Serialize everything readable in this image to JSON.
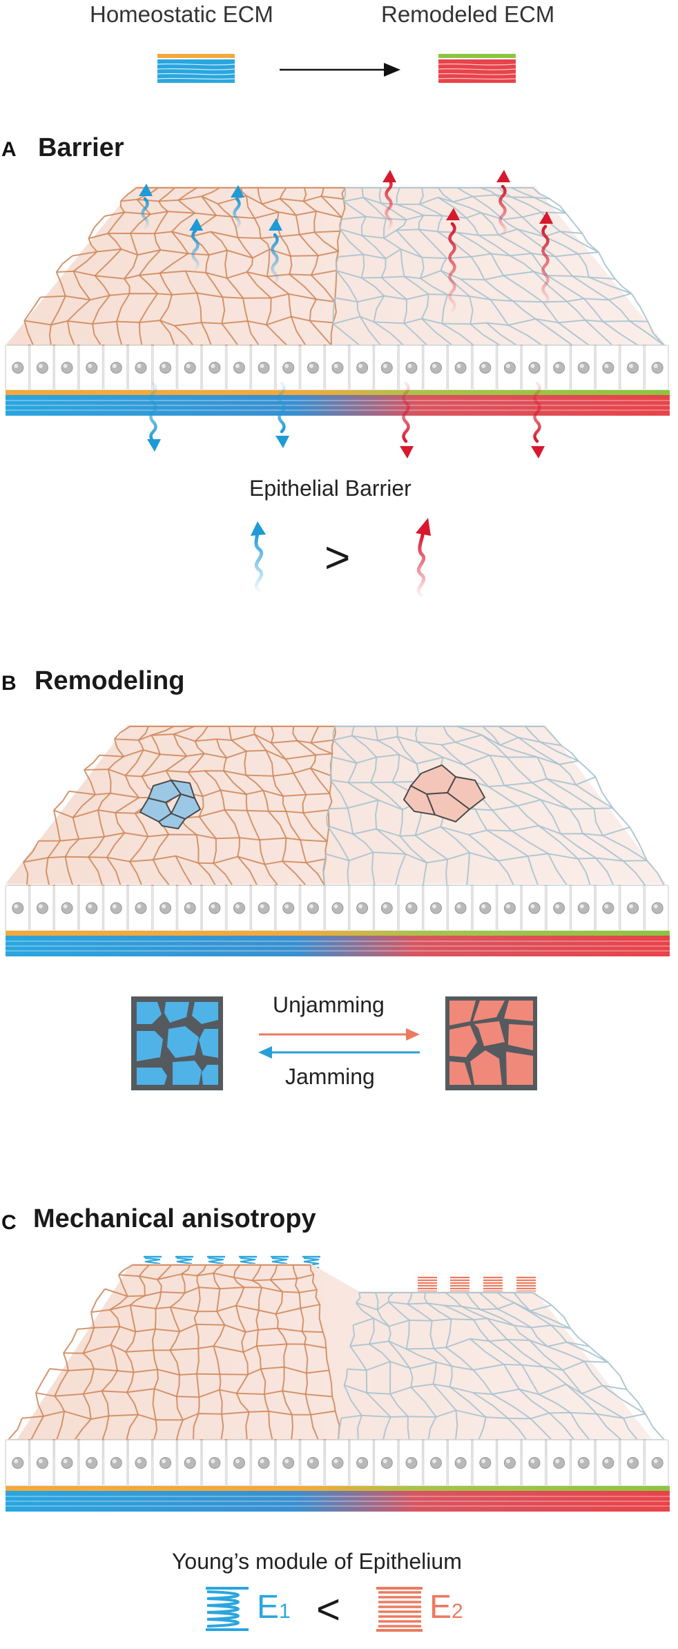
{
  "legend": {
    "homeostatic_label": "Homeostatic ECM",
    "remodeled_label": "Remodeled ECM"
  },
  "sections": [
    {
      "letter": "A",
      "title": "Barrier",
      "caption": "Epithelial Barrier",
      "comparator": ">"
    },
    {
      "letter": "B",
      "title": "Remodeling",
      "unjamming_label": "Unjamming",
      "jamming_label": "Jamming"
    },
    {
      "letter": "C",
      "title": "Mechanical anisotropy",
      "caption": "Young’s module of Epithelium",
      "e1_label": "E",
      "e1_sub": "1",
      "e2_label": "E",
      "e2_sub": "2",
      "comparator": "<"
    }
  ],
  "colors": {
    "homeostatic_blue": "#2aa6df",
    "homeostatic_orange": "#f4a93b",
    "remodeled_red": "#e8434a",
    "remodeled_green": "#8bc53f",
    "cell_orange": "#d08a5e",
    "cell_grey": "#a9c3cf",
    "arrow_blue": "#1e9ad6",
    "arrow_red": "#d7192d",
    "jammed_fill": "#4fb3e8",
    "unjammed_fill": "#f0897a",
    "unjamming_arrow": "#ec7a5f",
    "jamming_arrow": "#2a9ed8",
    "spring_blue": "#2aa6df",
    "spring_red": "#ec7a5f"
  }
}
